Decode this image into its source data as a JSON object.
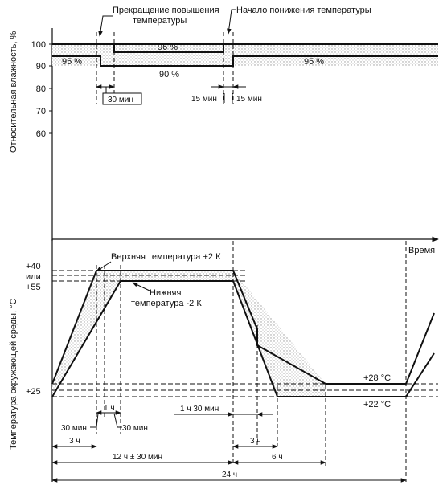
{
  "humidity": {
    "axis_label": "Относительная влажность, %",
    "ticks": [
      "100",
      "90",
      "80",
      "70",
      "60"
    ],
    "label_stop_rise_line1": "Прекращение повышения",
    "label_stop_rise_line2": "температуры",
    "label_start_fall": "Начало понижения температуры",
    "val_left": "95 %",
    "val_top": "96 %",
    "val_bottom": "90 %",
    "val_right": "95 %",
    "dim_30": "30 мин",
    "dim_15a": "15 мин",
    "dim_15b": "15 мин"
  },
  "time_axis_label": "Время",
  "temperature": {
    "axis_label": "Температура окружающей среды, °С",
    "tick_40": "+40",
    "tick_or": "или",
    "tick_55": "+55",
    "tick_25": "+25",
    "upper_label": "Верхняя температура +2 К",
    "lower_label_line1": "Нижняя",
    "lower_label_line2": "температура -2 К",
    "right_upper": "+28 °С",
    "right_lower": "+22 °С"
  },
  "durations": {
    "d30a": "30 мин",
    "d1h": "1 ч",
    "d30b": "30 мин",
    "d1h30": "1 ч 30 мин",
    "d3h_left": "3 ч",
    "d3h_right": "3 ч",
    "d12h": "12 ч ± 30 мин",
    "d6h": "6 ч",
    "d24h": "24 ч"
  }
}
